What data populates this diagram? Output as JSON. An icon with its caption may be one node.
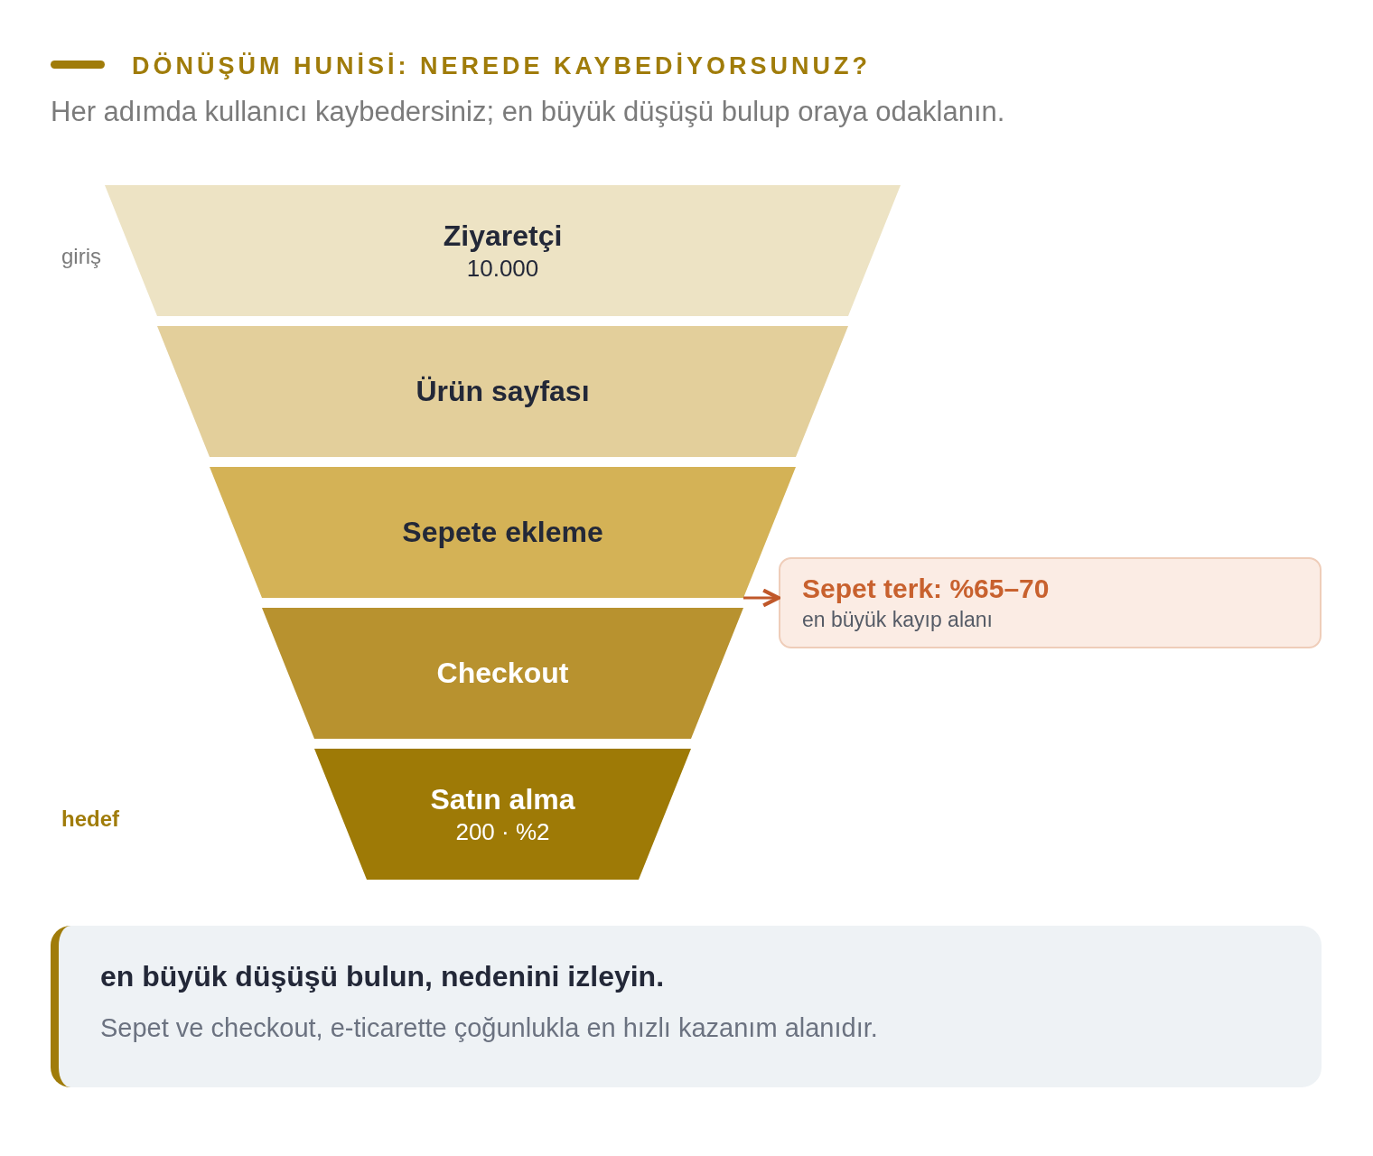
{
  "diagram": {
    "title": "DÖNÜŞÜM HUNİSİ: NEREDE KAYBEDİYORSUNUZ?",
    "nodes": [
      {
        "text": [
          "Ziyaretçi",
          "10.000"
        ]
      },
      {
        "text": [
          "Ürün sayfası"
        ]
      },
      {
        "text": [
          "Sepete ekleme"
        ]
      },
      {
        "text": [
          "Checkout"
        ]
      },
      {
        "text": [
          "Satın alma",
          "200 · %2"
        ]
      },
      {
        "text": [
          "Sepet terk: %65–70",
          "en büyük kayıp alanı"
        ]
      },
      {
        "text": [
          "en büyük düşüşü bulun, nedenini izleyin.",
          "Sepet ve checkout, e-ticarette çoğunlukla en hızlı kazanım alanıdır."
        ]
      }
    ],
    "edges": [
      {
        "from": 2,
        "to": 5,
        "arrow": "to"
      }
    ],
    "labels": [
      "Her adımda kullanıcı kaybedersiniz; en büyük düşüşü bulup oraya odaklanın.",
      "giriş",
      "hedef"
    ]
  }
}
